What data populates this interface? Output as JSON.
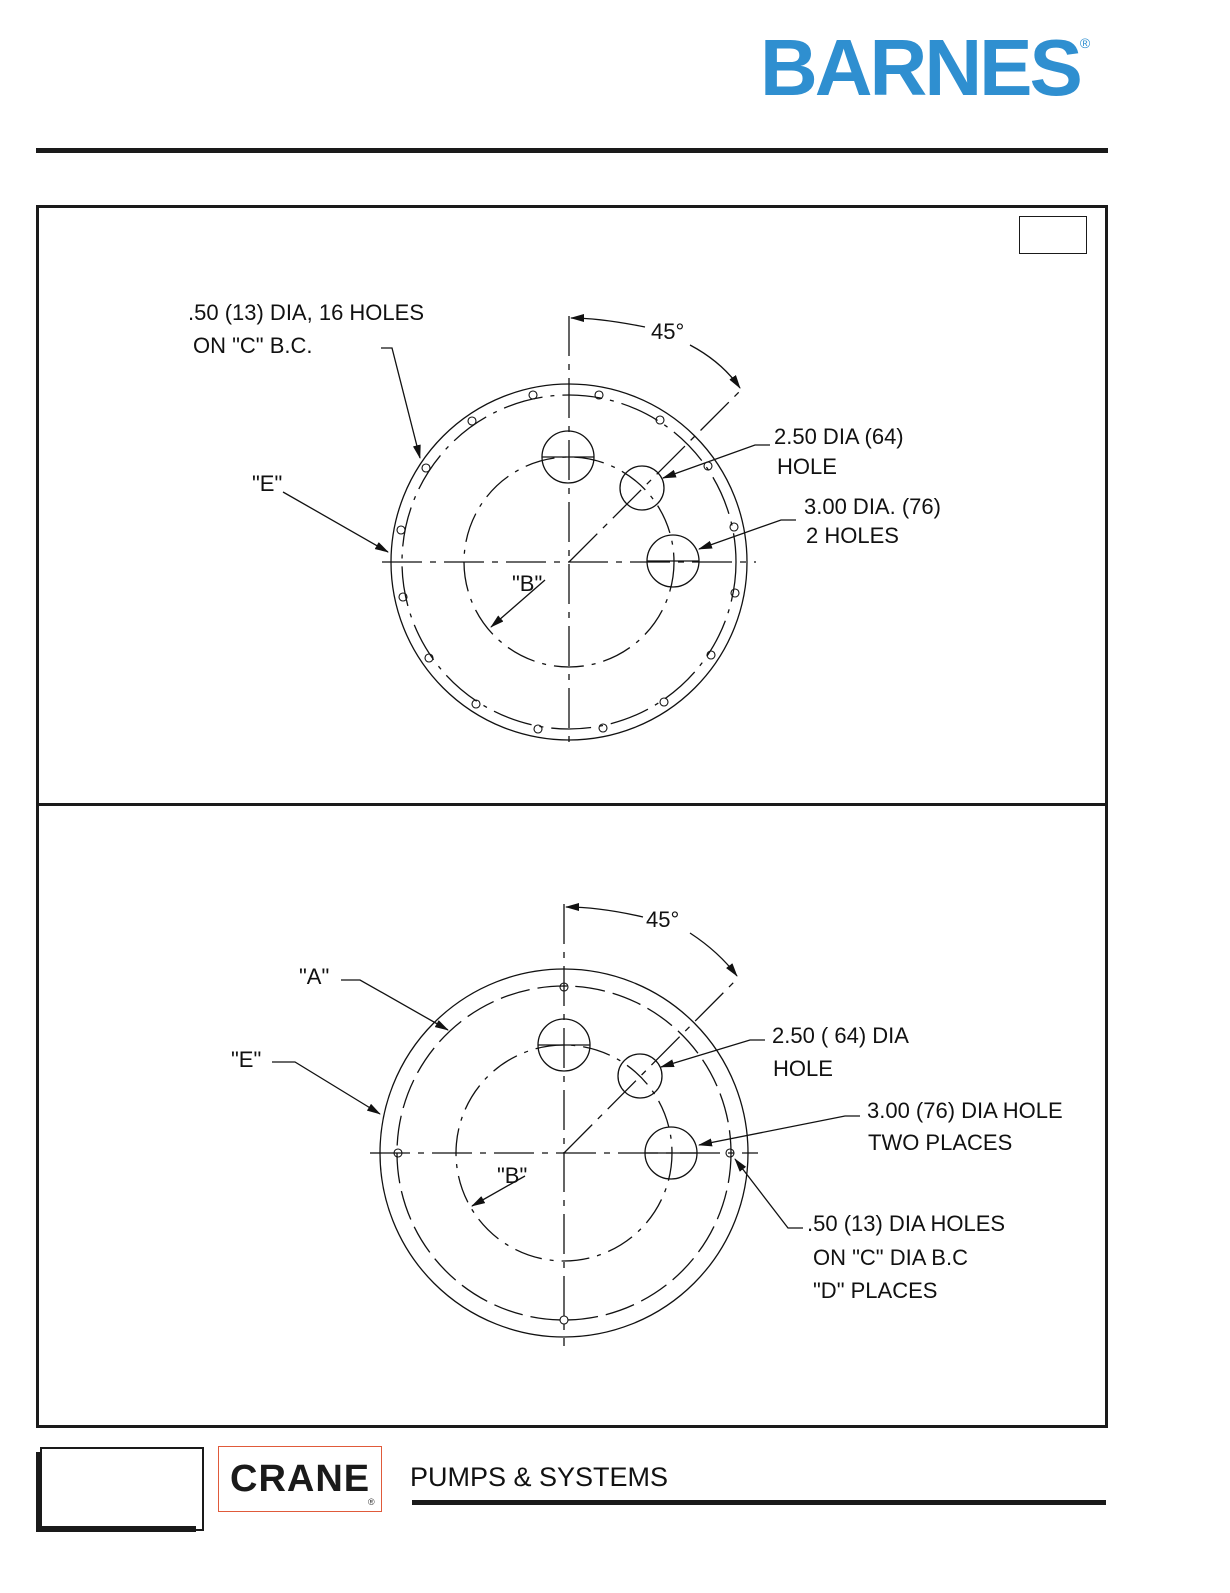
{
  "header": {
    "brand": "BARNES",
    "registered": "®"
  },
  "top_drawing": {
    "holes_note_line1": ".50 (13) DIA, 16 HOLES",
    "holes_note_line2": "ON \"C\" B.C.",
    "angle": "45°",
    "hole_note_line1": "2.50 DIA (64)",
    "hole_note_line2": "HOLE",
    "two_holes_line1": "3.00 DIA. (76)",
    "two_holes_line2": "2 HOLES",
    "label_e": "\"E\"",
    "label_b": "\"B\""
  },
  "bottom_drawing": {
    "angle": "45°",
    "label_a": "\"A\"",
    "label_e": "\"E\"",
    "label_b": "\"B\"",
    "hole_note_line1": "2.50 ( 64) DIA",
    "hole_note_line2": "HOLE",
    "two_places_line1": "3.00 (76) DIA HOLE",
    "two_places_line2": "TWO PLACES",
    "holes_note_line1": ".50 (13) DIA HOLES",
    "holes_note_line2": "ON \"C\" DIA B.C",
    "holes_note_line3": "\"D\" PLACES"
  },
  "footer": {
    "crane": "CRANE",
    "crane_registered": "®",
    "tagline": "PUMPS & SYSTEMS"
  },
  "colors": {
    "brand_blue": "#2f8fd0",
    "crane_border": "#e05a3a",
    "ink": "#111111"
  }
}
